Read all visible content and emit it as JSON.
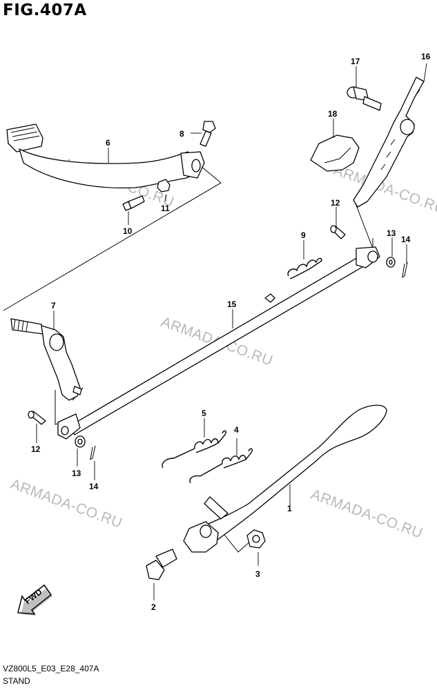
{
  "figure": {
    "title": "FIG.407A",
    "code": "VZ800L5_E03_E28_407A",
    "name": "STAND"
  },
  "watermark": "ARMADA-CO.RU",
  "fwd_label": "FWD",
  "callouts": {
    "c1": "1",
    "c2": "2",
    "c3": "3",
    "c4": "4",
    "c5": "5",
    "c6": "6",
    "c7": "7",
    "c8": "8",
    "c9": "9",
    "c10": "10",
    "c11": "11",
    "c12a": "12",
    "c12b": "12",
    "c13a": "13",
    "c13b": "13",
    "c14a": "14",
    "c14b": "14",
    "c15": "15",
    "c16": "16",
    "c17": "17",
    "c18": "18"
  }
}
